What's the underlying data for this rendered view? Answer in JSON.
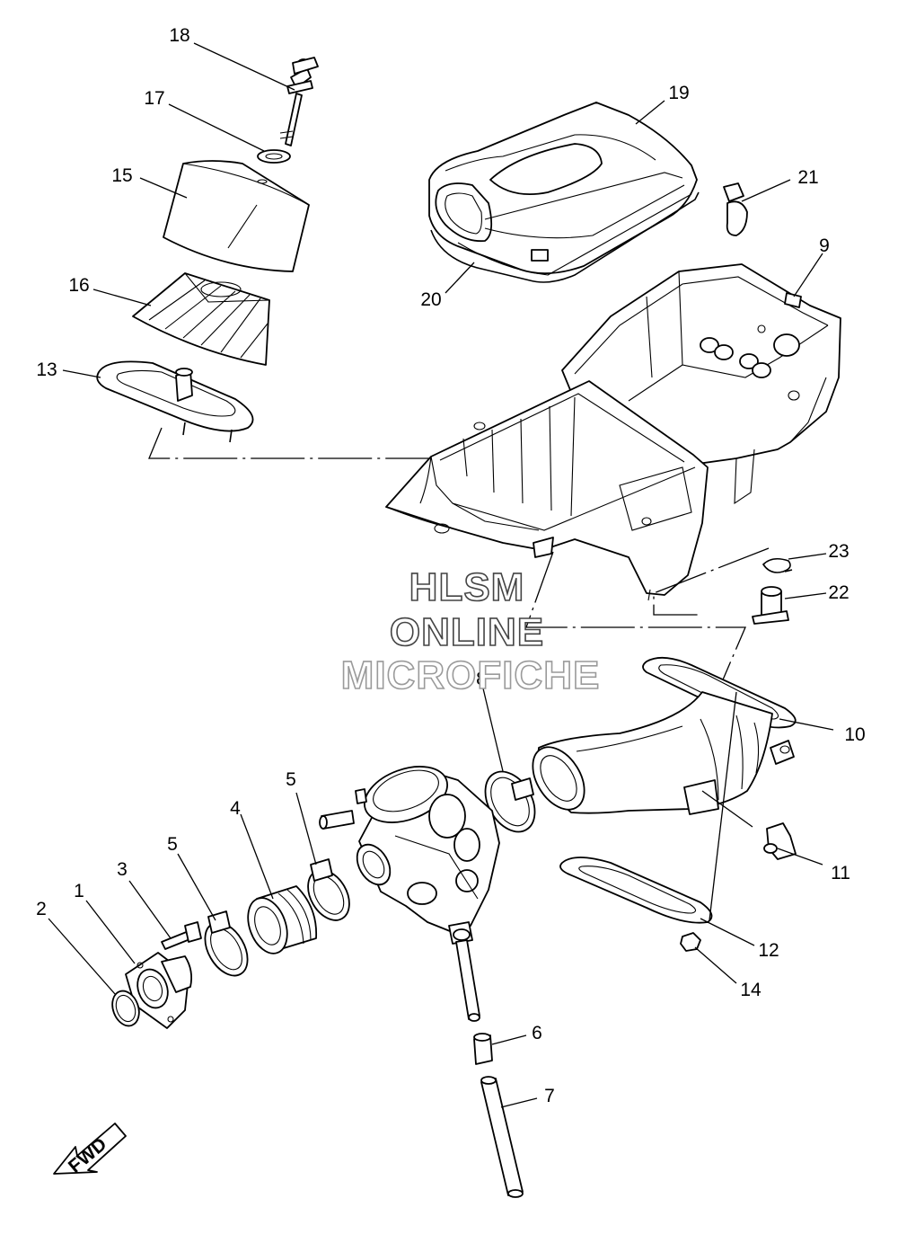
{
  "callouts": {
    "c1": "1",
    "c2": "2",
    "c3": "3",
    "c4": "4",
    "c5a": "5",
    "c5b": "5",
    "c6": "6",
    "c7": "7",
    "c8": "8",
    "c9": "9",
    "c10": "10",
    "c11": "11",
    "c12": "12",
    "c13": "13",
    "c14": "14",
    "c15": "15",
    "c16": "16",
    "c17": "17",
    "c18": "18",
    "c19": "19",
    "c20": "20",
    "c21": "21",
    "c22": "22",
    "c23": "23"
  },
  "watermark": {
    "line1": "HLSM",
    "line2": "ONLINE",
    "line3": "MICROFICHE"
  },
  "fwd_label": "FWD",
  "colors": {
    "ink": "#000000",
    "watermark_outline": "#444444",
    "watermark_outline_light": "#9a9a9a"
  }
}
